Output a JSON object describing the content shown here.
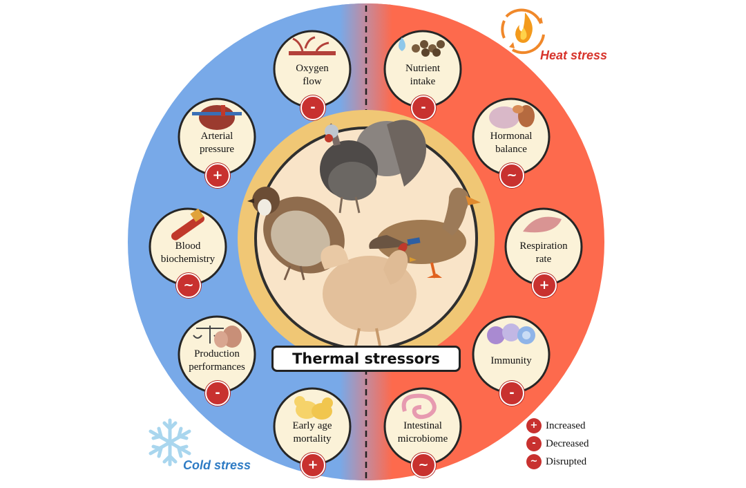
{
  "title": "Thermal stressors",
  "cold_label": "Cold stress",
  "heat_label": "Heat stress",
  "colors": {
    "cold": "#78a9e8",
    "heat": "#fd6a4d",
    "badge": "#c8312f",
    "inner_ring": "#f0c775",
    "inner_fill": "#f9e4c8",
    "cold_text": "#2e7bc4",
    "heat_text": "#d7332b"
  },
  "nodes": [
    {
      "id": "oxygen-flow",
      "side": "cold",
      "lines": [
        "Oxygen",
        "flow"
      ],
      "badge": "-",
      "icon": "blood-vessel-icon"
    },
    {
      "id": "arterial-pressure",
      "side": "cold",
      "lines": [
        "Arterial",
        "pressure"
      ],
      "badge": "+",
      "icon": "heart-icon"
    },
    {
      "id": "blood-biochemistry",
      "side": "cold",
      "lines": [
        "Blood",
        "biochemistry"
      ],
      "badge": "~",
      "icon": "blood-tube-icon"
    },
    {
      "id": "production-performances",
      "side": "cold",
      "lines": [
        "Production",
        "performances"
      ],
      "badge": "-",
      "icon": "scale-eggs-icon"
    },
    {
      "id": "early-age-mortality",
      "side": "cold",
      "lines": [
        "Early age",
        "mortality"
      ],
      "badge": "+",
      "icon": "chicks-icon"
    },
    {
      "id": "nutrient-intake",
      "side": "heat",
      "lines": [
        "Nutrient",
        "intake"
      ],
      "badge": "-",
      "icon": "feed-pellets-icon"
    },
    {
      "id": "hormonal-balance",
      "side": "heat",
      "lines": [
        "Hormonal",
        "balance"
      ],
      "badge": "~",
      "icon": "endocrine-organs-icon"
    },
    {
      "id": "respiration-rate",
      "side": "heat",
      "lines": [
        "Respiration",
        "rate"
      ],
      "badge": "+",
      "icon": "lung-icon"
    },
    {
      "id": "immunity",
      "side": "heat",
      "lines": [
        "Immunity"
      ],
      "badge": "-",
      "icon": "immune-cells-icon"
    },
    {
      "id": "intestinal-microbiome",
      "side": "heat",
      "lines": [
        "Intestinal",
        "microbiome"
      ],
      "badge": "~",
      "icon": "intestine-icon"
    }
  ],
  "legend": [
    {
      "symbol": "+",
      "label": "Increased"
    },
    {
      "symbol": "-",
      "label": "Decreased"
    },
    {
      "symbol": "~",
      "label": "Disrupted"
    }
  ],
  "birds": [
    "turkey",
    "quail",
    "duck",
    "hen"
  ]
}
